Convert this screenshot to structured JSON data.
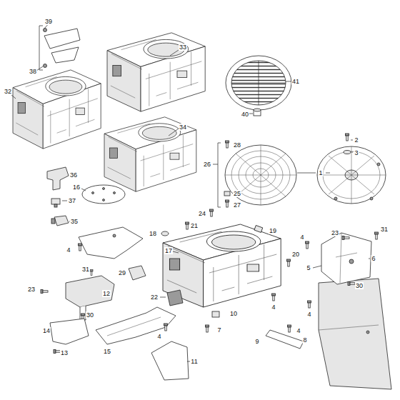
{
  "diagram": {
    "labels": [
      "39",
      "33",
      "38",
      "41",
      "32",
      "40",
      "34",
      "2",
      "28",
      "3",
      "26",
      "1",
      "36",
      "16",
      "25",
      "37",
      "27",
      "24",
      "35",
      "21",
      "19",
      "31",
      "18",
      "23",
      "4",
      "4",
      "17",
      "20",
      "6",
      "5",
      "31",
      "29",
      "23",
      "30",
      "12",
      "22",
      "4",
      "10",
      "30",
      "4",
      "7",
      "14",
      "4",
      "8",
      "4",
      "9",
      "15",
      "13",
      "11"
    ]
  }
}
